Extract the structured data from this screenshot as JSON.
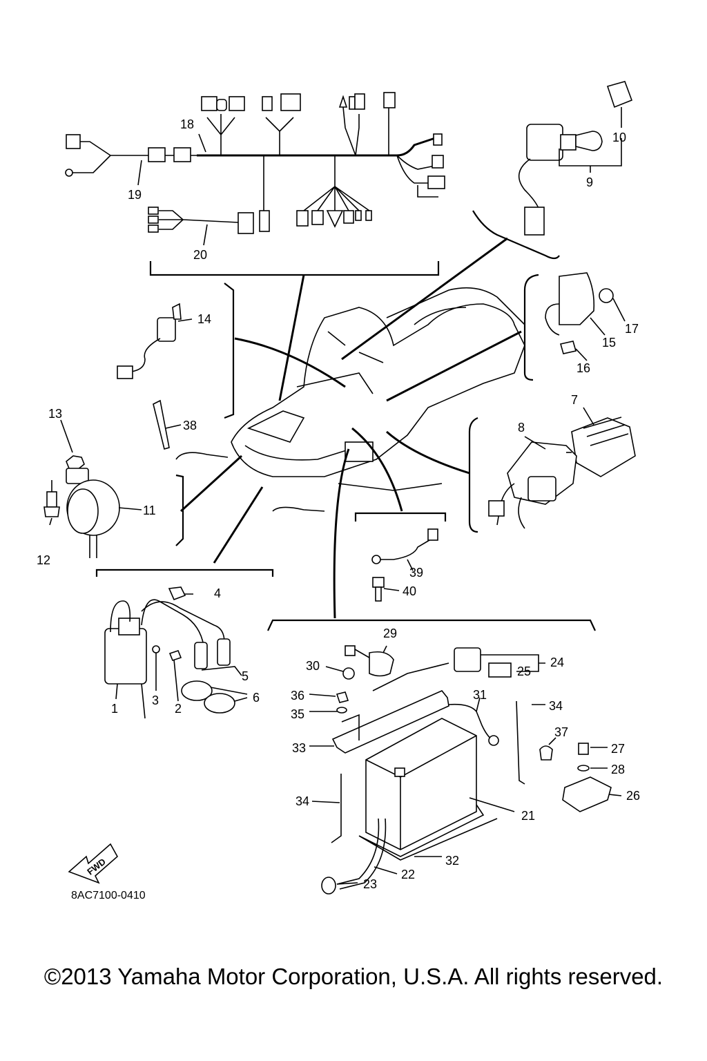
{
  "diagram": {
    "drawing_code": "8AC7100-0410",
    "fwd_label": "FWD",
    "copyright": "©2013 Yamaha Motor Corporation, U.S.A. All rights reserved.",
    "callouts": {
      "c1": "1",
      "c2": "2",
      "c3": "3",
      "c4": "4",
      "c5": "5",
      "c6": "6",
      "c7": "7",
      "c8": "8",
      "c9": "9",
      "c10": "10",
      "c11": "11",
      "c12": "12",
      "c13": "13",
      "c14": "14",
      "c15": "15",
      "c16": "16",
      "c17": "17",
      "c18": "18",
      "c19": "19",
      "c20": "20",
      "c21": "21",
      "c22": "22",
      "c23": "23",
      "c24": "24",
      "c25": "25",
      "c26": "26",
      "c27": "27",
      "c28": "28",
      "c29": "29",
      "c30": "30",
      "c31": "31",
      "c32": "32",
      "c33": "33",
      "c34a": "34",
      "c34b": "34",
      "c35": "35",
      "c36": "36",
      "c37": "37",
      "c38": "38",
      "c39": "39",
      "c40": "40"
    }
  }
}
